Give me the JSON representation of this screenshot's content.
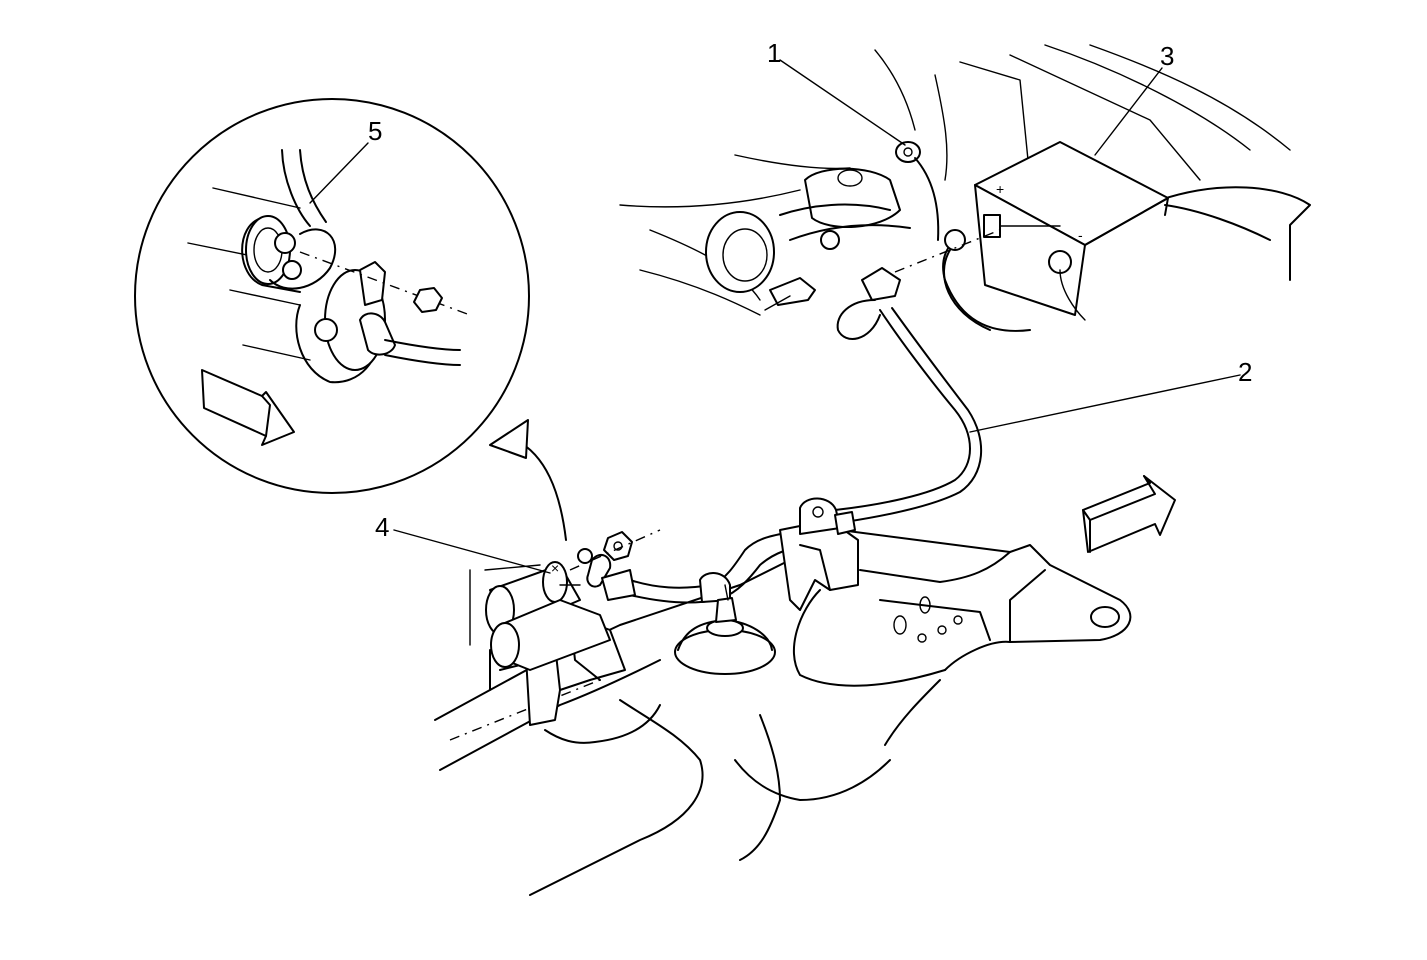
{
  "callouts": [
    {
      "id": "1",
      "label": "1"
    },
    {
      "id": "2",
      "label": "2"
    },
    {
      "id": "3",
      "label": "3"
    },
    {
      "id": "4",
      "label": "4"
    },
    {
      "id": "5",
      "label": "5"
    }
  ],
  "battery": {
    "positive_symbol": "+",
    "negative_symbol": "-"
  },
  "colors": {
    "line": "#000000",
    "background": "#ffffff"
  }
}
